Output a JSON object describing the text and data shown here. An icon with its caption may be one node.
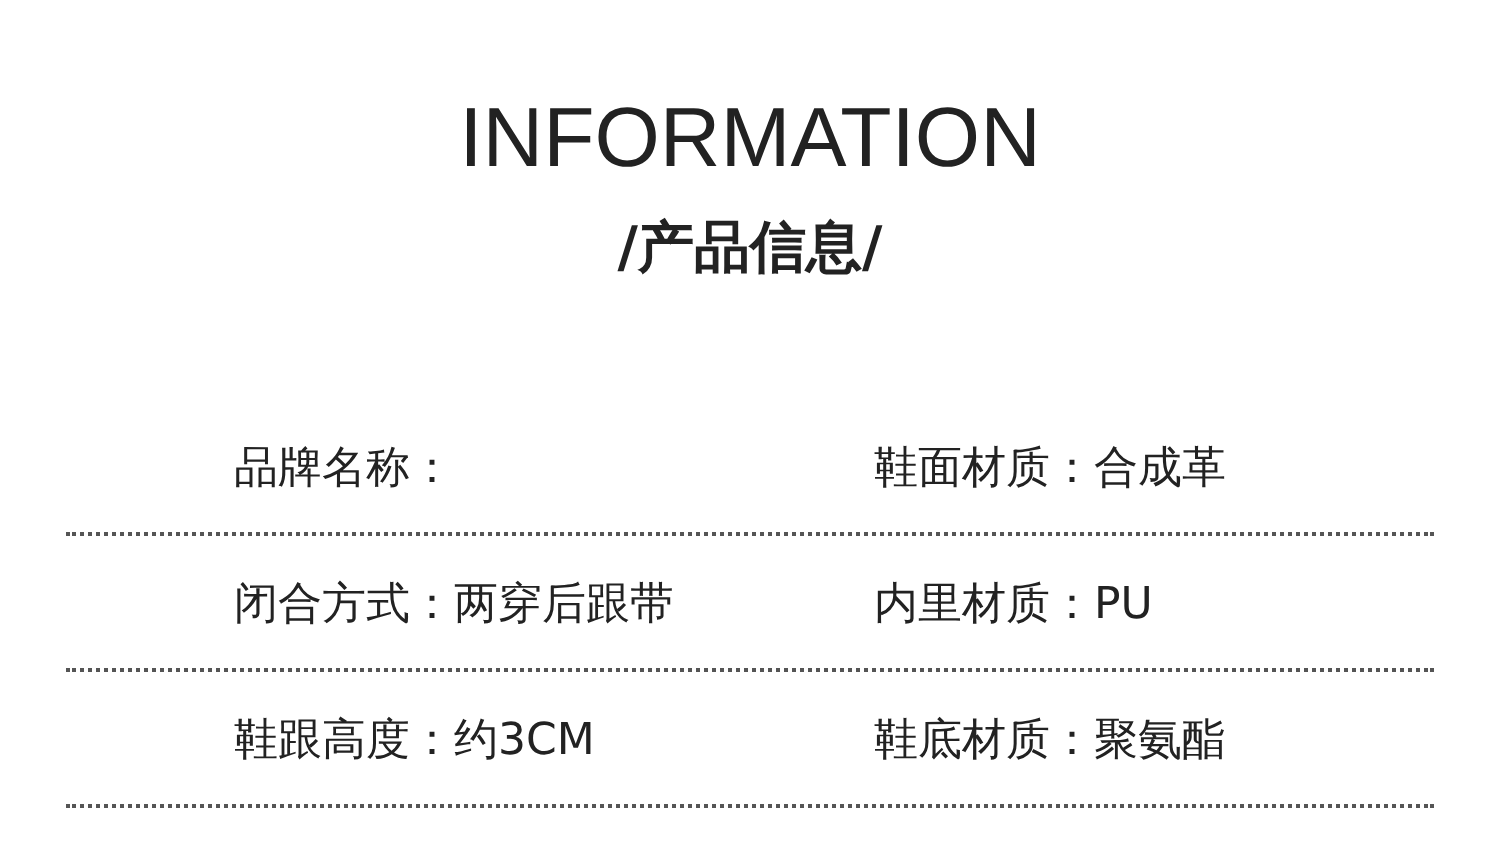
{
  "diagram": {
    "title": "INFORMATION",
    "labels": [
      "/产品信息/",
      "品牌名称：",
      "鞋面材质：合成革",
      "闭合方式：两穿后跟带",
      "内里材质：PU",
      "鞋跟高度：约3CM",
      "鞋底材质：聚氨酯"
    ]
  }
}
